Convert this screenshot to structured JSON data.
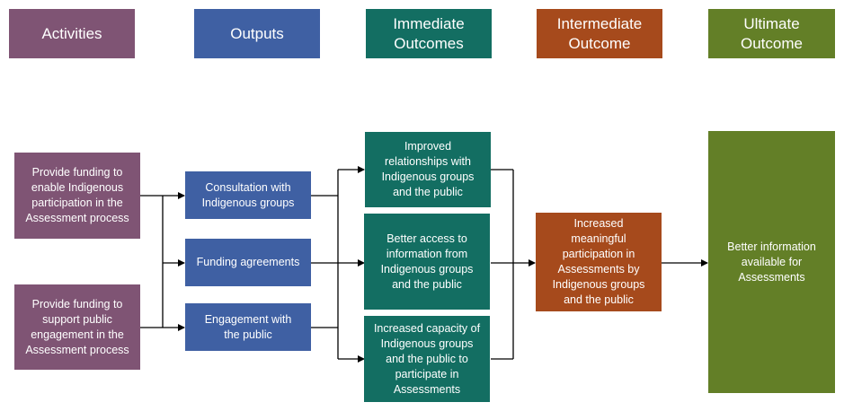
{
  "colors": {
    "activities": "#7f5474",
    "outputs": "#3f60a3",
    "immediate": "#136e62",
    "intermediate": "#a64a1c",
    "ultimate": "#637f27",
    "connector": "#000000"
  },
  "headers": {
    "activities": "Activities",
    "outputs": "Outputs",
    "immediate": "Immediate Outcomes",
    "intermediate": "Intermediate Outcome",
    "ultimate": "Ultimate Outcome"
  },
  "activities": [
    "Provide funding to enable Indigenous participation in the Assessment process",
    "Provide funding to support public engagement in the Assessment process"
  ],
  "outputs": [
    "Consultation with Indigenous groups",
    "Funding agreements",
    "Engagement with the public"
  ],
  "immediate_outcomes": [
    "Improved relationships with Indigenous groups and the public",
    "Better access to information from Indigenous groups and the public",
    "Increased capacity of Indigenous groups and the public to participate in Assessments"
  ],
  "intermediate_outcome": "Increased meaningful participation in Assessments by Indigenous groups and the public",
  "ultimate_outcome": "Better information available for Assessments"
}
